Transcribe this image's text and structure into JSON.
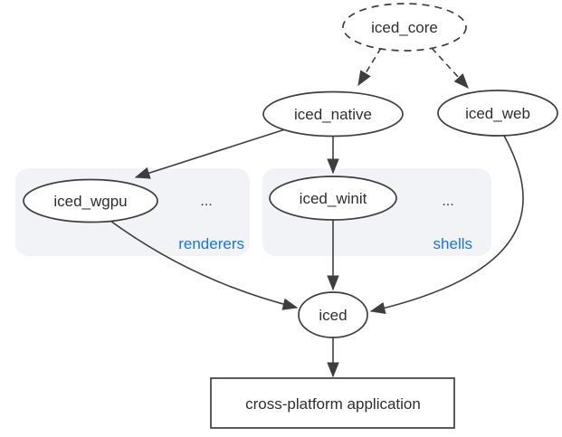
{
  "nodes": {
    "iced_core": {
      "label": "iced_core",
      "shape": "dashed-ellipse"
    },
    "iced_native": {
      "label": "iced_native",
      "shape": "ellipse"
    },
    "iced_web": {
      "label": "iced_web",
      "shape": "ellipse"
    },
    "iced_wgpu": {
      "label": "iced_wgpu",
      "shape": "ellipse"
    },
    "iced_winit": {
      "label": "iced_winit",
      "shape": "ellipse"
    },
    "iced": {
      "label": "iced",
      "shape": "ellipse"
    },
    "app": {
      "label": "cross-platform application",
      "shape": "rectangle"
    }
  },
  "groups": {
    "renderers": {
      "label": "renderers",
      "ellipsis": "...",
      "members": [
        "iced_wgpu"
      ]
    },
    "shells": {
      "label": "shells",
      "ellipsis": "...",
      "members": [
        "iced_winit"
      ]
    }
  },
  "edges": [
    {
      "from": "iced_core",
      "to": "iced_native",
      "style": "dashed"
    },
    {
      "from": "iced_core",
      "to": "iced_web",
      "style": "dashed"
    },
    {
      "from": "iced_native",
      "to": "iced_wgpu",
      "style": "solid"
    },
    {
      "from": "iced_native",
      "to": "iced_winit",
      "style": "solid"
    },
    {
      "from": "iced_wgpu",
      "to": "iced",
      "style": "solid"
    },
    {
      "from": "iced_winit",
      "to": "iced",
      "style": "solid"
    },
    {
      "from": "iced_web",
      "to": "iced",
      "style": "solid"
    },
    {
      "from": "iced",
      "to": "app",
      "style": "solid"
    }
  ],
  "colors": {
    "stroke": "#3e3e3e",
    "node_text": "#2e2e2e",
    "group_background": "#f1f3f7",
    "group_label": "#1a73e8",
    "canvas_background": "#ffffff"
  }
}
